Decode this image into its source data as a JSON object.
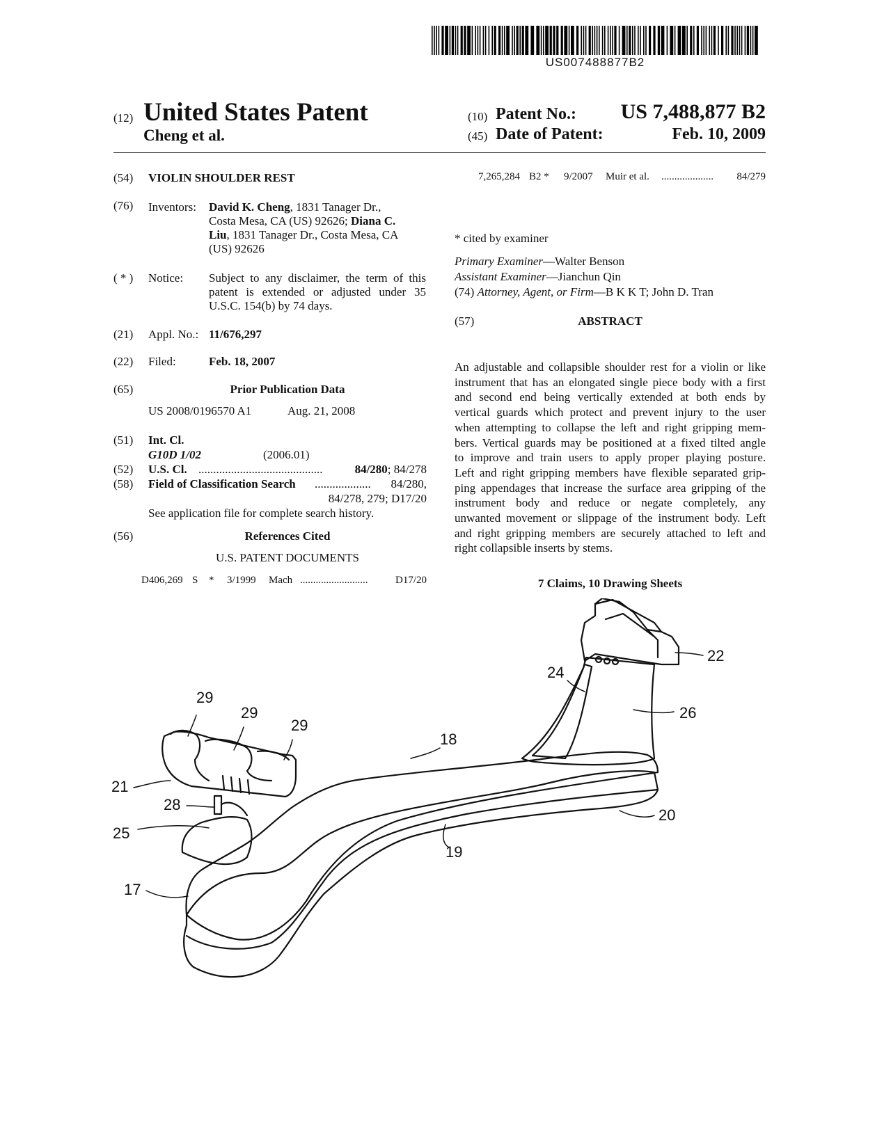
{
  "barcode": {
    "number": "US007488877B2"
  },
  "header": {
    "code_12": "(12)",
    "doc_type": "United States Patent",
    "inventors_short": "Cheng et al.",
    "code_10": "(10)",
    "patent_no_label": "Patent No.:",
    "patent_no": "US 7,488,877 B2",
    "code_45": "(45)",
    "date_label": "Date of Patent:",
    "date": "Feb. 10, 2009"
  },
  "left": {
    "title_code": "(54)",
    "title": "VIOLIN SHOULDER REST",
    "inventors_code": "(76)",
    "inventors_label": "Inventors:",
    "inventor1_name": "David K. Cheng",
    "inventor1_addr": ", 1831 Tanager Dr.,",
    "inventor1_addr2": "Costa Mesa, CA (US) 92626;",
    "inventor2_name_a": "Diana C.",
    "inventor2_name_b": "Liu",
    "inventor2_addr": ", 1831 Tanager Dr., Costa Mesa, CA",
    "inventor2_addr2": "(US) 92626",
    "notice_code": "( * )",
    "notice_label": "Notice:",
    "notice_line1": "Subject to any disclaimer, the term of this",
    "notice_line2": "patent is extended or adjusted under 35",
    "notice_line3": "U.S.C. 154(b) by 74 days.",
    "appl_code": "(21)",
    "appl_label": "Appl. No.:",
    "appl_no": "11/676,297",
    "filed_code": "(22)",
    "filed_label": "Filed:",
    "filed_date": "Feb. 18, 2007",
    "prior_code": "(65)",
    "prior_heading": "Prior Publication Data",
    "prior_pub": "US 2008/0196570 A1",
    "prior_date": "Aug. 21, 2008",
    "intcl_code": "(51)",
    "intcl_label": "Int. Cl.",
    "intcl_class": "G10D 1/02",
    "intcl_year": "(2006.01)",
    "uscl_code": "(52)",
    "uscl_label": "U.S. Cl.",
    "uscl_dots": "..........................................",
    "uscl_value_bold": "84/280",
    "uscl_value_rest": "; 84/278",
    "field_code": "(58)",
    "field_label": "Field of Classification Search",
    "field_dots": "...................",
    "field_value1": "84/280,",
    "field_value2": "84/278, 279;  D17/20",
    "field_note": "See application file for complete search history.",
    "refs_code": "(56)",
    "refs_heading": "References Cited",
    "refs_sub": "U.S. PATENT DOCUMENTS",
    "ref1": {
      "number": "D406,269",
      "kind": "S",
      "star": "*",
      "date": "3/1999",
      "name": "Mach",
      "dots": "..........................",
      "cls": "D17/20"
    }
  },
  "right": {
    "ref2": {
      "number": "7,265,284",
      "kind": "B2 *",
      "date": "9/2007",
      "name": "Muir et al.",
      "dots": "....................",
      "cls": "84/279"
    },
    "cited": "* cited by examiner",
    "primary_label": "Primary Examiner",
    "primary_name": "—Walter Benson",
    "assistant_label": "Assistant Examiner",
    "assistant_name": "—Jianchun Qin",
    "attorney_code": "(74)",
    "attorney_label": "Attorney, Agent, or Firm",
    "attorney_name": "—B K K T; John D. Tran",
    "abstract_code": "(57)",
    "abstract_heading": "ABSTRACT",
    "abstract_lines": [
      "An adjustable and collapsible shoulder rest for a violin or like",
      "instrument that has an elongated single piece body with a first",
      "and second end being vertically extended at both ends by",
      "vertical guards which protect and prevent injury to the user",
      "when attempting to collapse the left and right gripping mem-",
      "bers. Vertical guards may be positioned at a fixed tilted angle",
      "to improve and train users to apply proper playing posture.",
      "Left and right gripping members have flexible separated grip-",
      "ping appendages that increase the surface area gripping of the",
      "instrument body and reduce or negate completely, any",
      "unwanted movement or slippage of the instrument body. Left",
      "and right gripping members are securely attached to left and",
      "right collapsible inserts by stems."
    ],
    "claims": "7 Claims, 10 Drawing Sheets"
  },
  "figure": {
    "labels": [
      "29",
      "29",
      "29",
      "21",
      "28",
      "25",
      "17",
      "18",
      "19",
      "20",
      "22",
      "24",
      "26"
    ]
  }
}
